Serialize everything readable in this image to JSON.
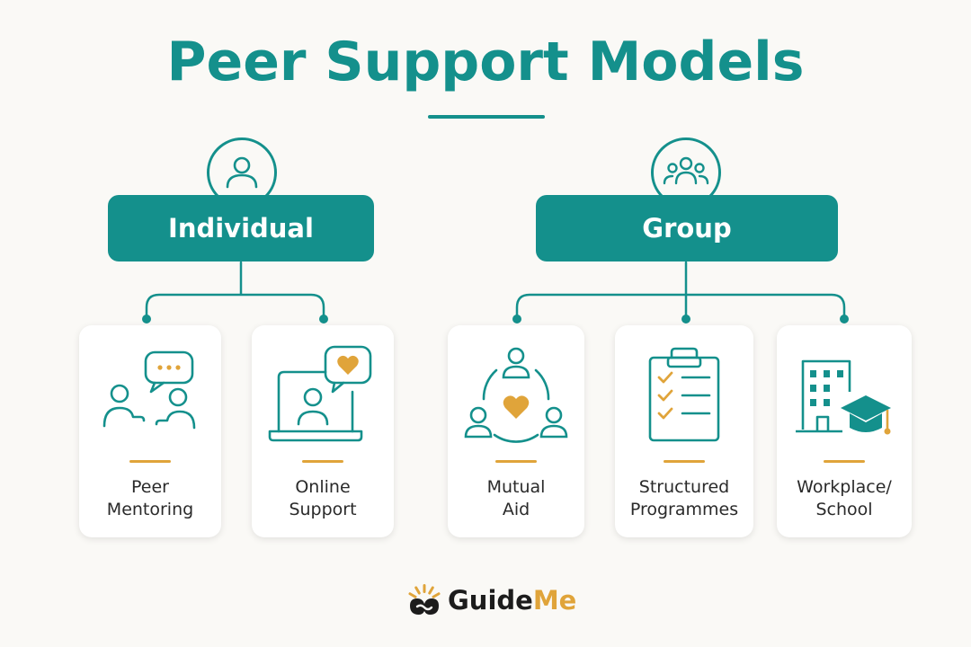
{
  "title": "Peer Support Models",
  "categories": [
    {
      "label": "Individual",
      "icon": "person-icon",
      "items": [
        {
          "line1": "Peer",
          "line2": "Mentoring",
          "icon": "mentoring-chat-icon"
        },
        {
          "line1": "Online",
          "line2": "Support",
          "icon": "online-laptop-heart-icon"
        }
      ]
    },
    {
      "label": "Group",
      "icon": "group-people-icon",
      "items": [
        {
          "line1": "Mutual",
          "line2": "Aid",
          "icon": "mutual-aid-circle-heart-icon"
        },
        {
          "line1": "Structured",
          "line2": "Programmes",
          "icon": "clipboard-checklist-icon"
        },
        {
          "line1": "Workplace/",
          "line2": "School",
          "icon": "building-graduation-cap-icon"
        }
      ]
    }
  ],
  "brand": {
    "part1": "Guide",
    "part2": "Me"
  },
  "colors": {
    "primary": "#14908c",
    "accent": "#e0a43a",
    "background": "#faf9f6",
    "text": "#2a2a2a"
  }
}
